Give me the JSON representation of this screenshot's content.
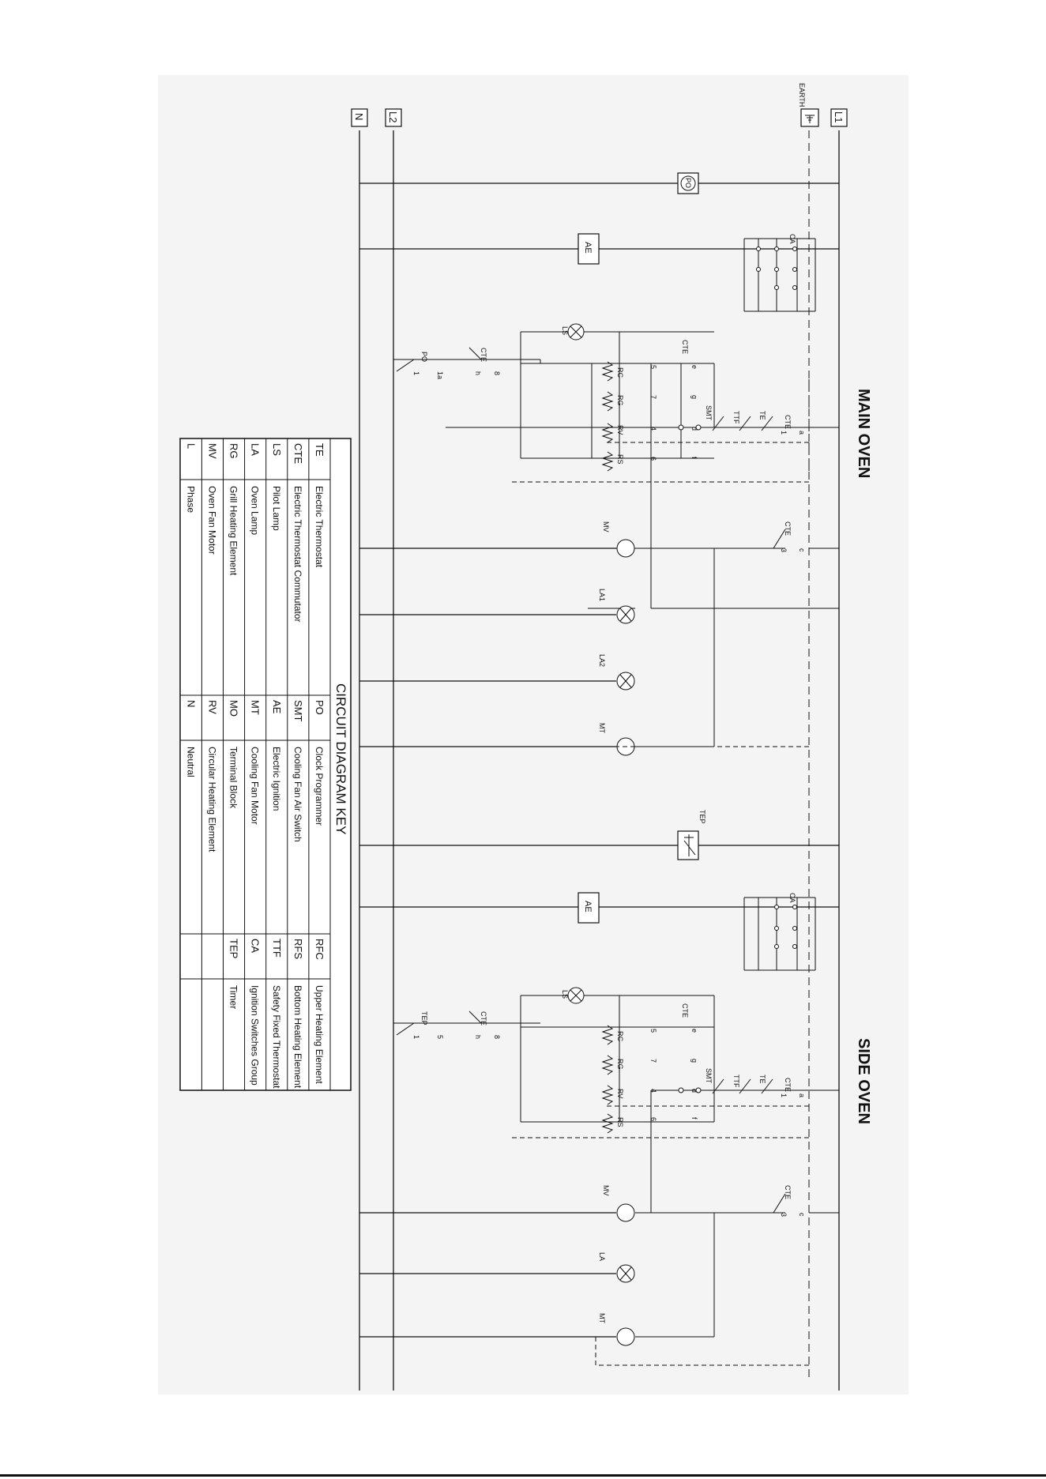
{
  "titles": {
    "main": "MAIN OVEN",
    "side": "SIDE OVEN"
  },
  "buses": {
    "l1": "L1",
    "earth": "EARTH",
    "l2": "L2",
    "n": "N"
  },
  "components": {
    "po": "PO",
    "ae": "AE",
    "ca": "CA",
    "ls": "LS",
    "cte": "CTE",
    "te": "TE",
    "ttf": "TTF",
    "smt": "SMT",
    "rc": "RC",
    "rg": "RG",
    "rv": "RV",
    "rs": "RS",
    "mv": "MV",
    "la1": "LA1",
    "la2": "LA2",
    "la": "LA",
    "mt": "MT",
    "tep": "TEP"
  },
  "contacts": {
    "a": "a",
    "c": "c",
    "e": "e",
    "g": "g",
    "d": "d",
    "f": "f",
    "h": "h",
    "n1": "1",
    "n3": "3",
    "n4": "4",
    "n5": "5",
    "n6": "6",
    "n7": "7",
    "n8": "8",
    "n1a": "1a"
  },
  "key": {
    "title": "CIRCUIT DIAGRAM KEY",
    "rows": [
      [
        {
          "c": "TE",
          "d": "Electric Thermostat"
        },
        {
          "c": "PO",
          "d": "Clock Programmer"
        },
        {
          "c": "RFC",
          "d": "Upper Heating Element"
        }
      ],
      [
        {
          "c": "CTE",
          "d": "Electric Thermostat Commutator"
        },
        {
          "c": "SMT",
          "d": "Cooling Fan Air Switch"
        },
        {
          "c": "RFS",
          "d": "Bottom Heating Element"
        }
      ],
      [
        {
          "c": "LS",
          "d": "Pilot Lamp"
        },
        {
          "c": "AE",
          "d": "Electric Ignition"
        },
        {
          "c": "TTF",
          "d": "Safety Fixed Thermostat"
        }
      ],
      [
        {
          "c": "LA",
          "d": "Oven Lamp"
        },
        {
          "c": "MT",
          "d": "Cooling Fan Motor"
        },
        {
          "c": "CA",
          "d": "Ignition Switches Group"
        }
      ],
      [
        {
          "c": "RG",
          "d": "Grill Heating Element"
        },
        {
          "c": "MO",
          "d": "Terminal Block"
        },
        {
          "c": "TEP",
          "d": "Timer"
        }
      ],
      [
        {
          "c": "MV",
          "d": "Oven Fan Motor"
        },
        {
          "c": "RV",
          "d": "Circular Heating Element"
        },
        {
          "c": "",
          "d": ""
        }
      ],
      [
        {
          "c": "L",
          "d": "Phase"
        },
        {
          "c": "N",
          "d": "Neutral"
        },
        {
          "c": "",
          "d": ""
        }
      ]
    ]
  }
}
